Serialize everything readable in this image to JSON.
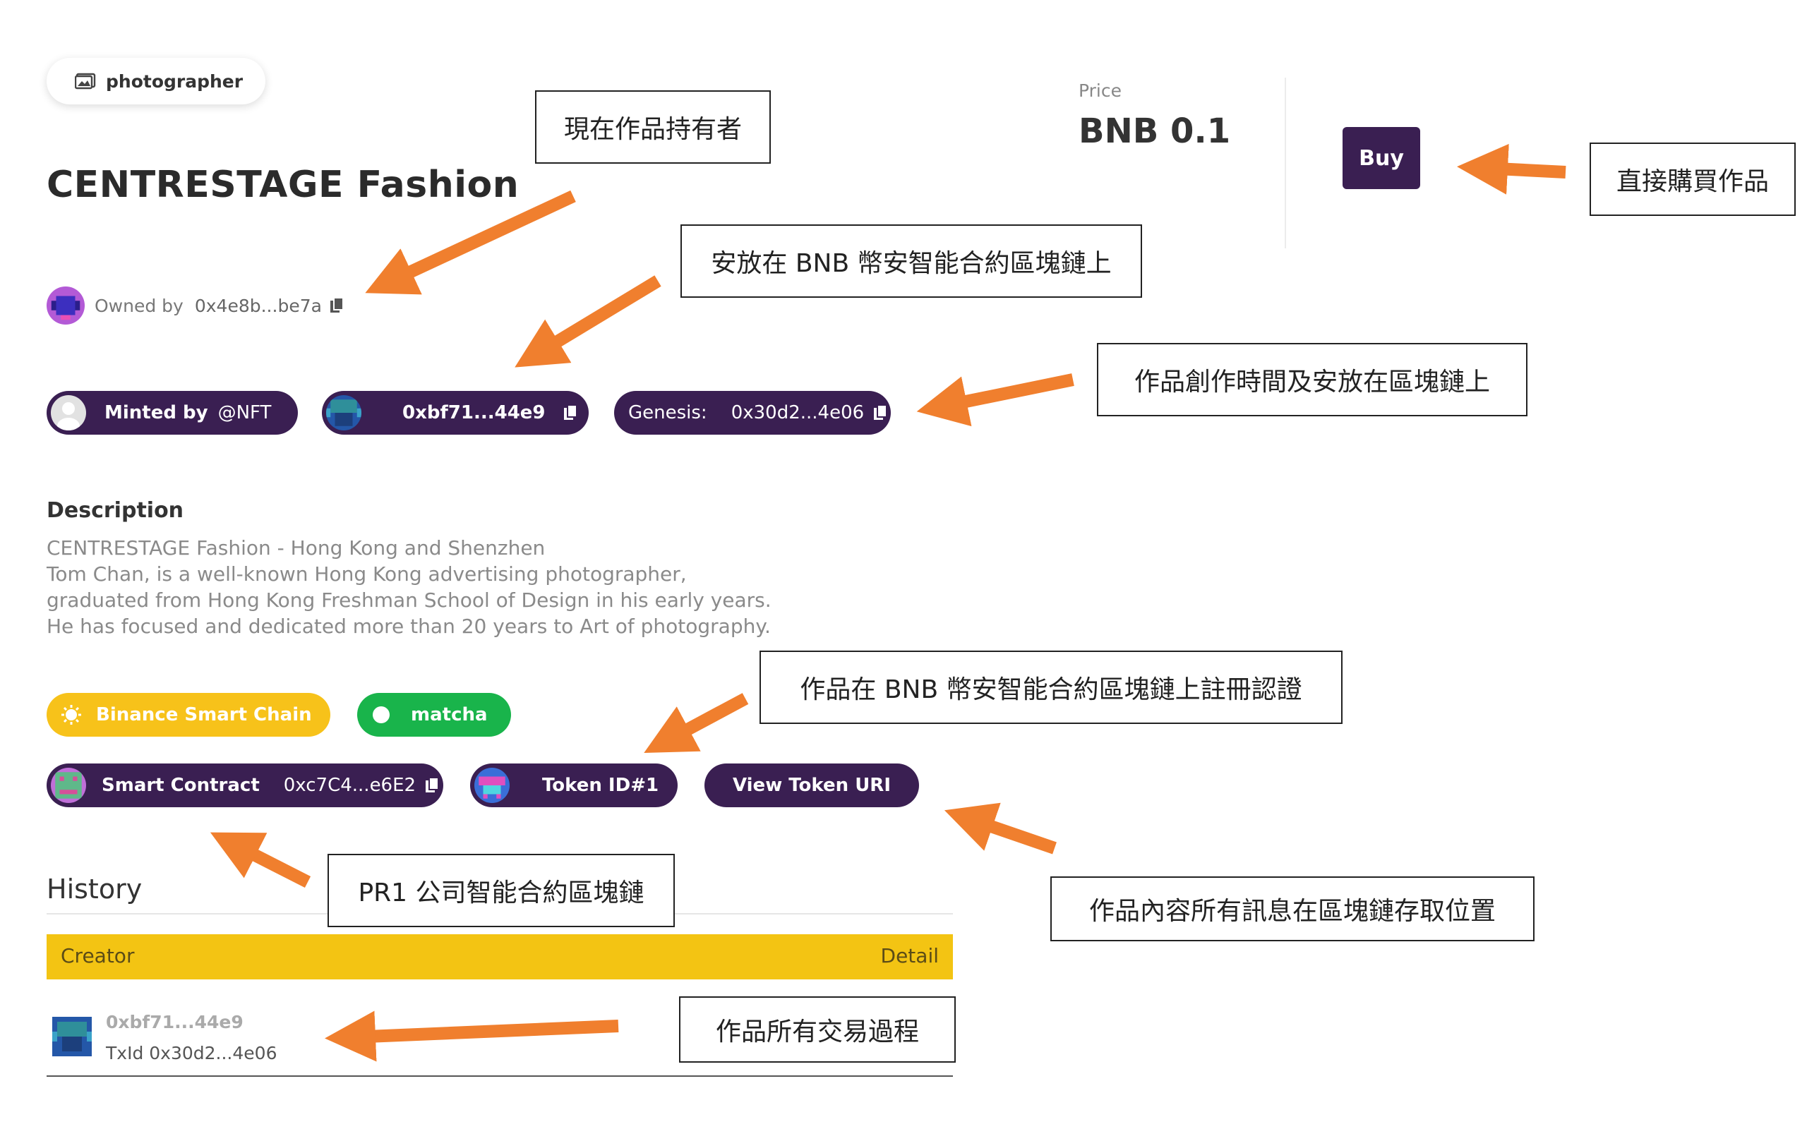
{
  "category": {
    "label": "photographer",
    "icon": "image-frame-icon"
  },
  "title": "CENTRESTAGE Fashion",
  "owner": {
    "label": "Owned by",
    "address": "0x4e8b...be7a"
  },
  "pills": {
    "minted_label": "Minted by",
    "minted_value": "@NFT",
    "creator_address": "0xbf71...44e9",
    "genesis_label": "Genesis:",
    "genesis_value": "0x30d2...4e06"
  },
  "description": {
    "heading": "Description",
    "lines": [
      "CENTRESTAGE Fashion - Hong Kong and Shenzhen",
      "Tom Chan, is a well-known Hong Kong advertising photographer,",
      "graduated from Hong Kong Freshman School of Design in his early years.",
      "He has focused and dedicated more than 20 years to Art of photography."
    ]
  },
  "chain_pills": {
    "chain": "Binance Smart Chain",
    "market": "matcha"
  },
  "contract": {
    "label": "Smart Contract",
    "address": "0xc7C4...e6E2",
    "token": "Token ID#1",
    "uri_button": "View Token URI"
  },
  "price": {
    "label": "Price",
    "value": "BNB 0.1"
  },
  "buy_button": "Buy",
  "history": {
    "heading": "History",
    "col_creator": "Creator",
    "col_detail": "Detail",
    "rows": [
      {
        "address": "0xbf71...44e9",
        "tx": "TxId 0x30d2...4e06"
      }
    ]
  },
  "annotations": {
    "owner": "現在作品持有者",
    "chain": "安放在 BNB 幣安智能合約區塊鏈上",
    "genesis": "作品創作時間及安放在區塊鏈上",
    "buy": "直接購買作品",
    "token": "作品在 BNB 幣安智能合約區塊鏈上註冊認證",
    "contract": "PR1 公司智能合約區塊鏈",
    "uri": "作品內容所有訊息在區塊鏈存取位置",
    "history": "作品所有交易過程"
  },
  "colors": {
    "brand_dark": "#3a1f52",
    "chain_yellow": "#f7c21a",
    "matcha_green": "#19b44b",
    "history_bar": "#f3c413",
    "arrow": "#f07f2e"
  }
}
